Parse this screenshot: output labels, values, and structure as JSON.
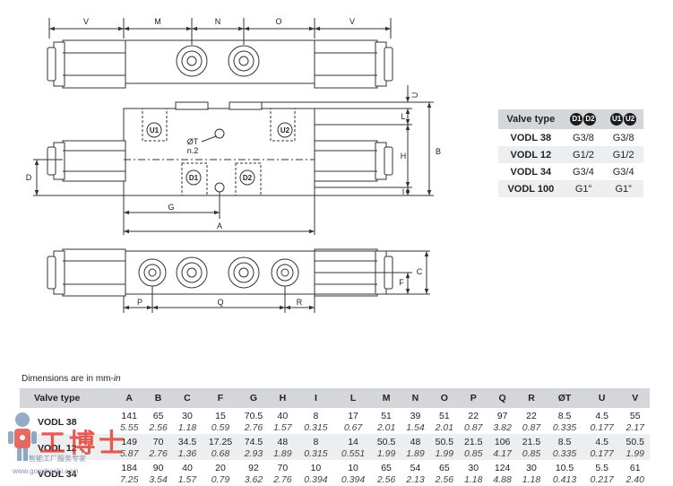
{
  "drawing": {
    "top_dims": [
      "V",
      "M",
      "N",
      "O",
      "V"
    ],
    "front_dims": {
      "u": "U",
      "l": "L",
      "h": "H",
      "b": "B",
      "i": "I",
      "d": "D",
      "g": "G",
      "a": "A"
    },
    "ports": {
      "u1": "U1",
      "u2": "U2",
      "d1": "D1",
      "d2": "D2"
    },
    "hole_label_1": "ØT",
    "hole_label_2": "n.2",
    "bottom_dims": {
      "p": "P",
      "q": "Q",
      "r": "R",
      "c": "C",
      "f": "F"
    }
  },
  "port_table": {
    "header": "Valve type",
    "header_d1": "D1",
    "header_d2": "D2",
    "header_u1": "U1",
    "header_u2": "U2",
    "rows": [
      {
        "type": "VODL 38",
        "d": "G3/8",
        "u": "G3/8"
      },
      {
        "type": "VODL 12",
        "d": "G1/2",
        "u": "G1/2"
      },
      {
        "type": "VODL 34",
        "d": "G3/4",
        "u": "G3/4"
      },
      {
        "type": "VODL 100",
        "d": "G1”",
        "u": "G1”"
      }
    ]
  },
  "dimensions": {
    "note_prefix": "Dimensions are in mm-",
    "note_unit": "in",
    "headers": [
      "Valve type",
      "A",
      "B",
      "C",
      "F",
      "G",
      "H",
      "I",
      "L",
      "M",
      "N",
      "O",
      "P",
      "Q",
      "R",
      "ØT",
      "U",
      "V"
    ],
    "rows": [
      {
        "type": "VODL 38",
        "mm": [
          "141",
          "65",
          "30",
          "15",
          "70.5",
          "40",
          "8",
          "17",
          "51",
          "39",
          "51",
          "22",
          "97",
          "22",
          "8.5",
          "4.5",
          "55"
        ],
        "in": [
          "5.55",
          "2.56",
          "1.18",
          "0.59",
          "2.76",
          "1.57",
          "0.315",
          "0.67",
          "2.01",
          "1.54",
          "2.01",
          "0.87",
          "3.82",
          "0.87",
          "0.335",
          "0.177",
          "2.17"
        ]
      },
      {
        "type": "VODL 12",
        "mm": [
          "149",
          "70",
          "34.5",
          "17.25",
          "74.5",
          "48",
          "8",
          "14",
          "50.5",
          "48",
          "50.5",
          "21.5",
          "106",
          "21.5",
          "8.5",
          "4.5",
          "50.5"
        ],
        "in": [
          "5.87",
          "2.76",
          "1.36",
          "0.68",
          "2.93",
          "1.89",
          "0.315",
          "0.551",
          "1.99",
          "1.89",
          "1.99",
          "0.85",
          "4.17",
          "0.85",
          "0.335",
          "0.177",
          "1.99"
        ]
      },
      {
        "type": "VODL 34",
        "mm": [
          "184",
          "90",
          "40",
          "20",
          "92",
          "70",
          "10",
          "10",
          "65",
          "54",
          "65",
          "30",
          "124",
          "30",
          "10.5",
          "5.5",
          "61"
        ],
        "in": [
          "7.25",
          "3.54",
          "1.57",
          "0.79",
          "3.62",
          "2.76",
          "0.394",
          "0.394",
          "2.56",
          "2.13",
          "2.56",
          "1.18",
          "4.88",
          "1.18",
          "0.413",
          "0.217",
          "2.40"
        ]
      }
    ]
  },
  "watermark": {
    "title": "工博士",
    "line1": "智能工厂服务专家",
    "line2": "www.gongboshi.com"
  },
  "colors": {
    "drawing_line": "#333333",
    "header_bg": "#d4d7da",
    "alt_row_bg": "#eceeef",
    "watermark_red": "#e23a31"
  }
}
